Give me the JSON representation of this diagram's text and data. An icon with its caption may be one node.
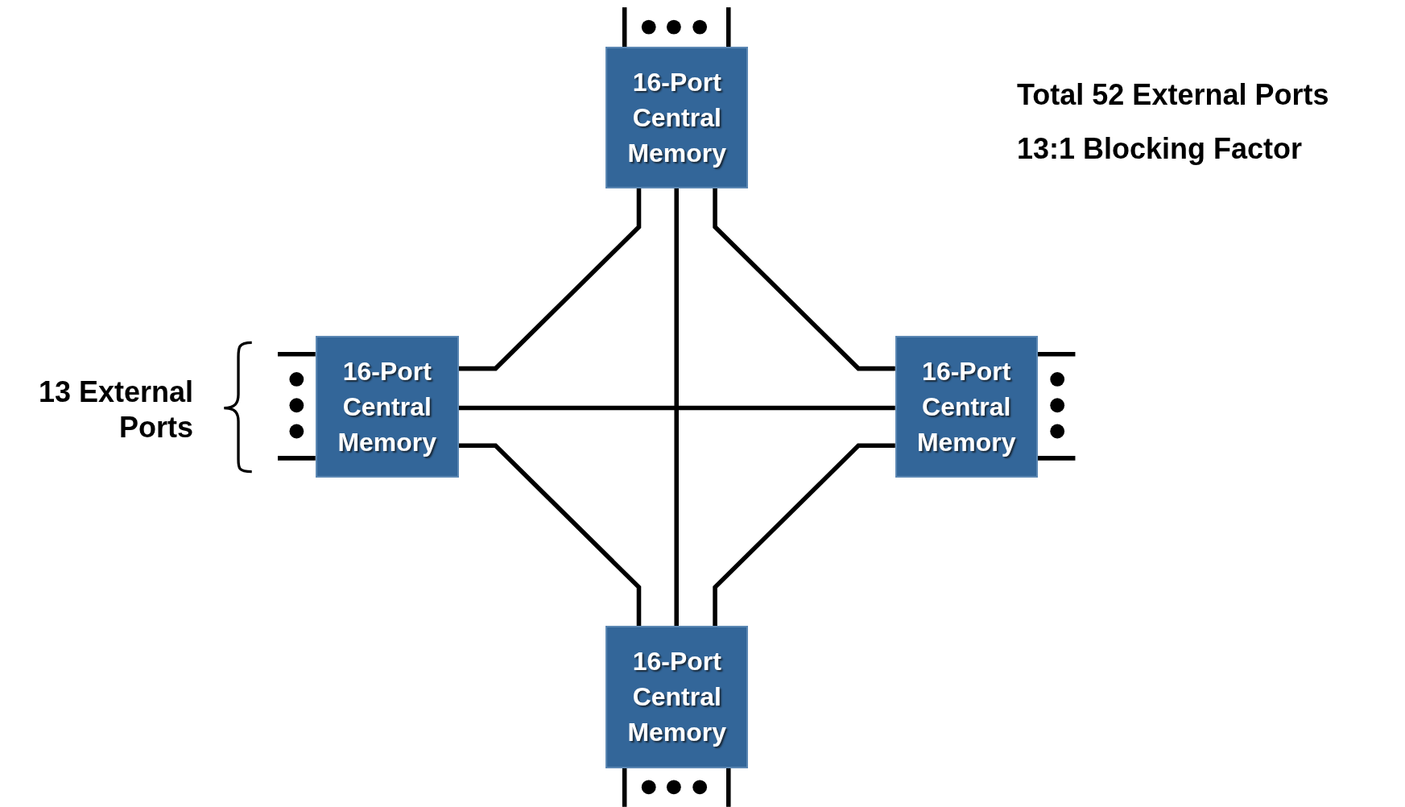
{
  "diagram": {
    "nodes": [
      {
        "text": [
          "16-Port Central Memory"
        ]
      },
      {
        "text": [
          "16-Port Central Memory"
        ]
      },
      {
        "text": [
          "16-Port Central Memory"
        ]
      },
      {
        "text": [
          "16-Port Central Memory"
        ]
      }
    ],
    "edges": [
      {
        "from": 0,
        "to": 1,
        "arrow": "none"
      },
      {
        "from": 0,
        "to": 2,
        "arrow": "none"
      },
      {
        "from": 0,
        "to": 3,
        "arrow": "none"
      },
      {
        "from": 1,
        "to": 2,
        "arrow": "none"
      },
      {
        "from": 1,
        "to": 3,
        "arrow": "none"
      },
      {
        "from": 2,
        "to": 3,
        "arrow": "none"
      },
      {
        "from": 0,
        "to": null,
        "arrow": "none"
      },
      {
        "from": 0,
        "to": null,
        "arrow": "none"
      },
      {
        "from": 1,
        "to": null,
        "arrow": "none"
      },
      {
        "from": 1,
        "to": null,
        "arrow": "none"
      },
      {
        "from": 2,
        "to": null,
        "arrow": "none"
      },
      {
        "from": 2,
        "to": null,
        "arrow": "none"
      },
      {
        "from": 3,
        "to": null,
        "arrow": "none"
      },
      {
        "from": 3,
        "to": null,
        "arrow": "none"
      }
    ],
    "labels": [
      "Total 52 External Ports",
      "13:1 Blocking Factor",
      "13 External Ports"
    ]
  }
}
